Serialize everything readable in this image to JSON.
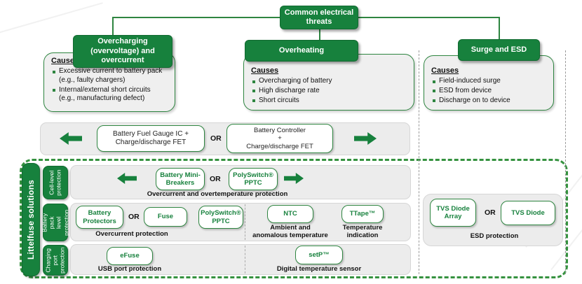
{
  "header": {
    "root_title": "Common electrical threats"
  },
  "threats": [
    {
      "title": "Overcharging\n(overvoltage) and\novercurrent",
      "causes_heading": "Causes",
      "causes": [
        "Excessive current to battery pack\n(e.g., faulty chargers)",
        "Internal/external short circuits\n(e.g., manufacturing defect)"
      ]
    },
    {
      "title": "Overheating",
      "causes_heading": "Causes",
      "causes": [
        "Overcharging of battery",
        "High discharge rate",
        "Short circuits"
      ]
    },
    {
      "title": "Surge and ESD",
      "causes_heading": "Causes",
      "causes": [
        "Field-induced surge",
        "ESD from device",
        "Discharge on to device"
      ]
    }
  ],
  "system_band": {
    "box1": "Battery Fuel Gauge IC +\nCharge/discharge FET",
    "or": "OR",
    "box2": "Battery Controller\n+\nCharge/discharge FET"
  },
  "solutions": {
    "side_label": "Littelfuse solutions",
    "cell_row": {
      "tab": "Cell-level\nprotection",
      "box1": "Battery Mini-\nBreakers",
      "or": "OR",
      "box2": "PolySwitch®\nPPTC",
      "caption": "Overcurrent and overtemperature protection"
    },
    "pack_row": {
      "tab": "Battery\npack level\nprotection",
      "box1": "Battery\nProtectors",
      "or": "OR",
      "box2": "Fuse",
      "box3": "PolySwitch®\nPPTC",
      "caption": "Overcurrent protection",
      "box4": "NTC",
      "box4_caption": "Ambient and\nanomalous temperature",
      "box5": "TTape™",
      "box5_caption": "Temperature\nindication"
    },
    "port_row": {
      "tab": "Charging\nport\nprotection",
      "box1": "eFuse",
      "caption": "USB port protection",
      "box2": "setP™",
      "box2_caption": "Digital temperature sensor"
    },
    "esd_group": {
      "box1": "TVS Diode\nArray",
      "or": "OR",
      "box2": "TVS Diode",
      "caption": "ESD protection"
    }
  },
  "colors": {
    "brand_green": "#17813d",
    "border_green": "#2e8540",
    "panel_gray": "#ececec",
    "dashed_green": "#35923f",
    "dashed_gray": "#9a9a9a"
  }
}
